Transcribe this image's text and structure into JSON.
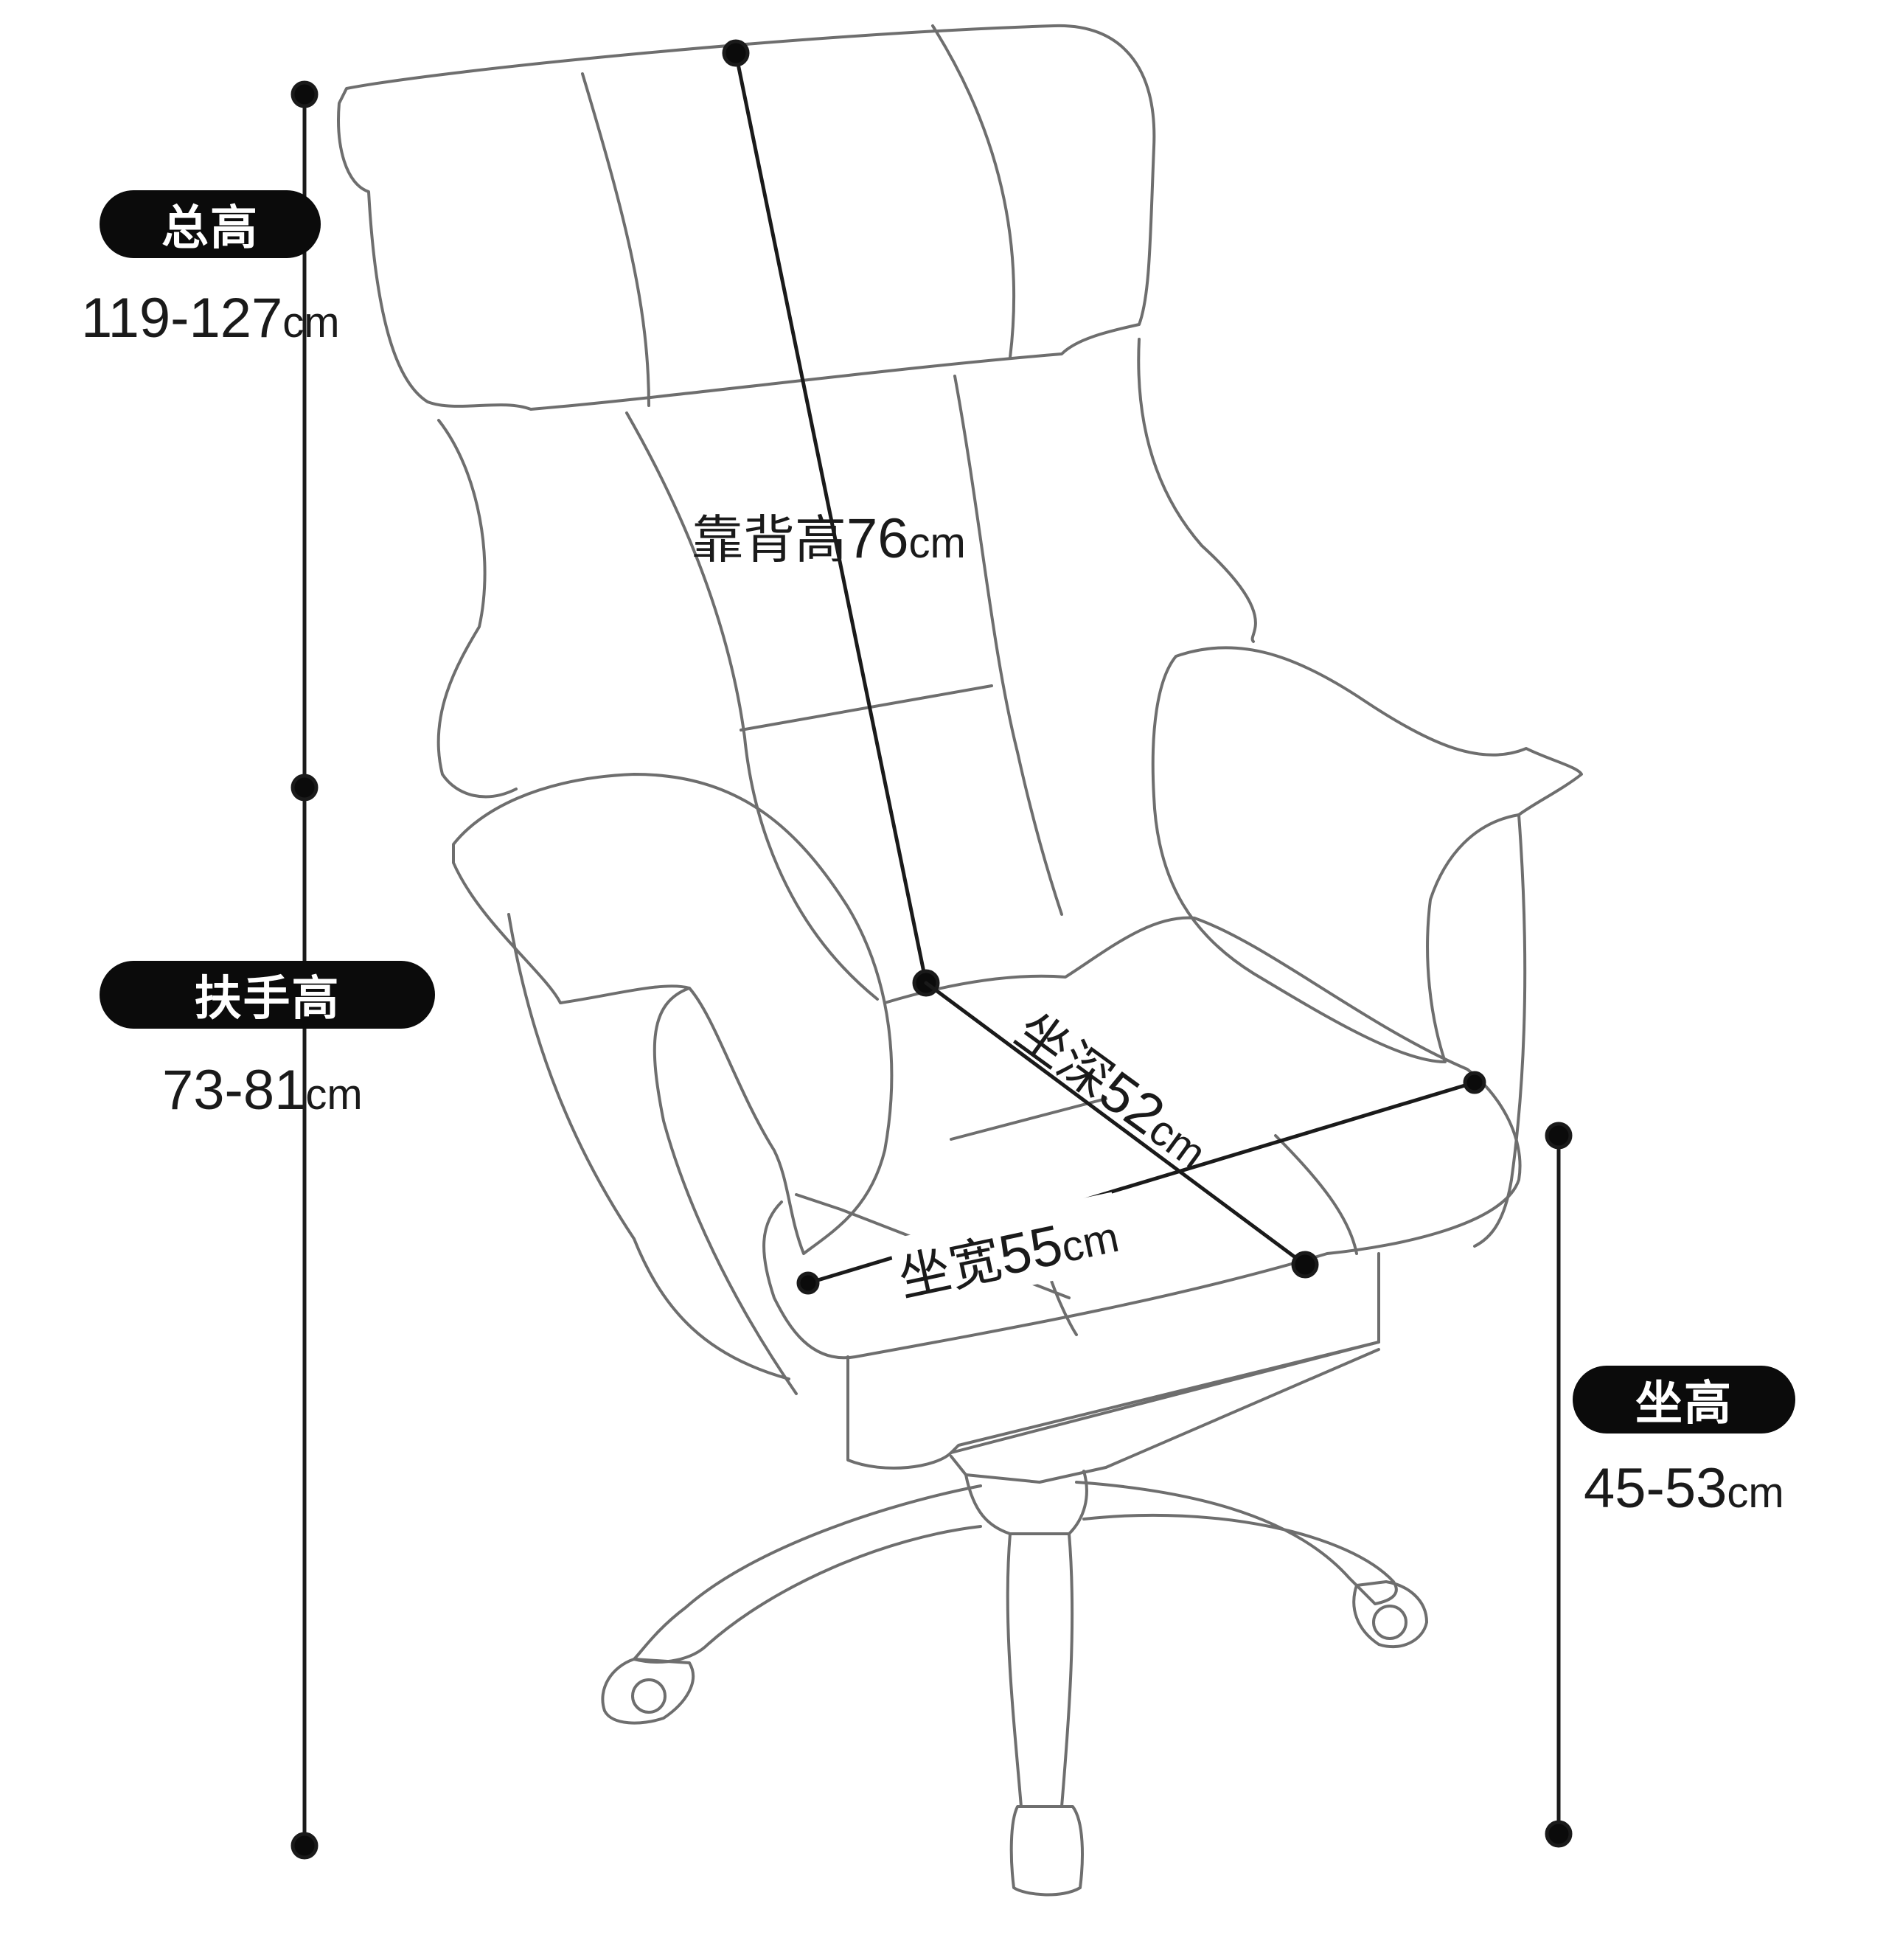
{
  "dimensions": {
    "total_height": {
      "label": "总高",
      "value": "119-127",
      "unit": "cm"
    },
    "armrest_height": {
      "label": "扶手高",
      "value": "73-81",
      "unit": "cm"
    },
    "seat_height": {
      "label": "坐高",
      "value": "45-53",
      "unit": "cm"
    },
    "backrest_height": {
      "label": "靠背高",
      "value": "76",
      "unit": "cm"
    },
    "seat_depth": {
      "label": "坐深",
      "value": "52",
      "unit": "cm"
    },
    "seat_width": {
      "label": "坐宽",
      "value": "55",
      "unit": "cm"
    }
  },
  "colors": {
    "line": "#1a1a1a",
    "outline": "#6e6e6e",
    "pill_bg": "#0b0b0b",
    "pill_text": "#ffffff"
  }
}
